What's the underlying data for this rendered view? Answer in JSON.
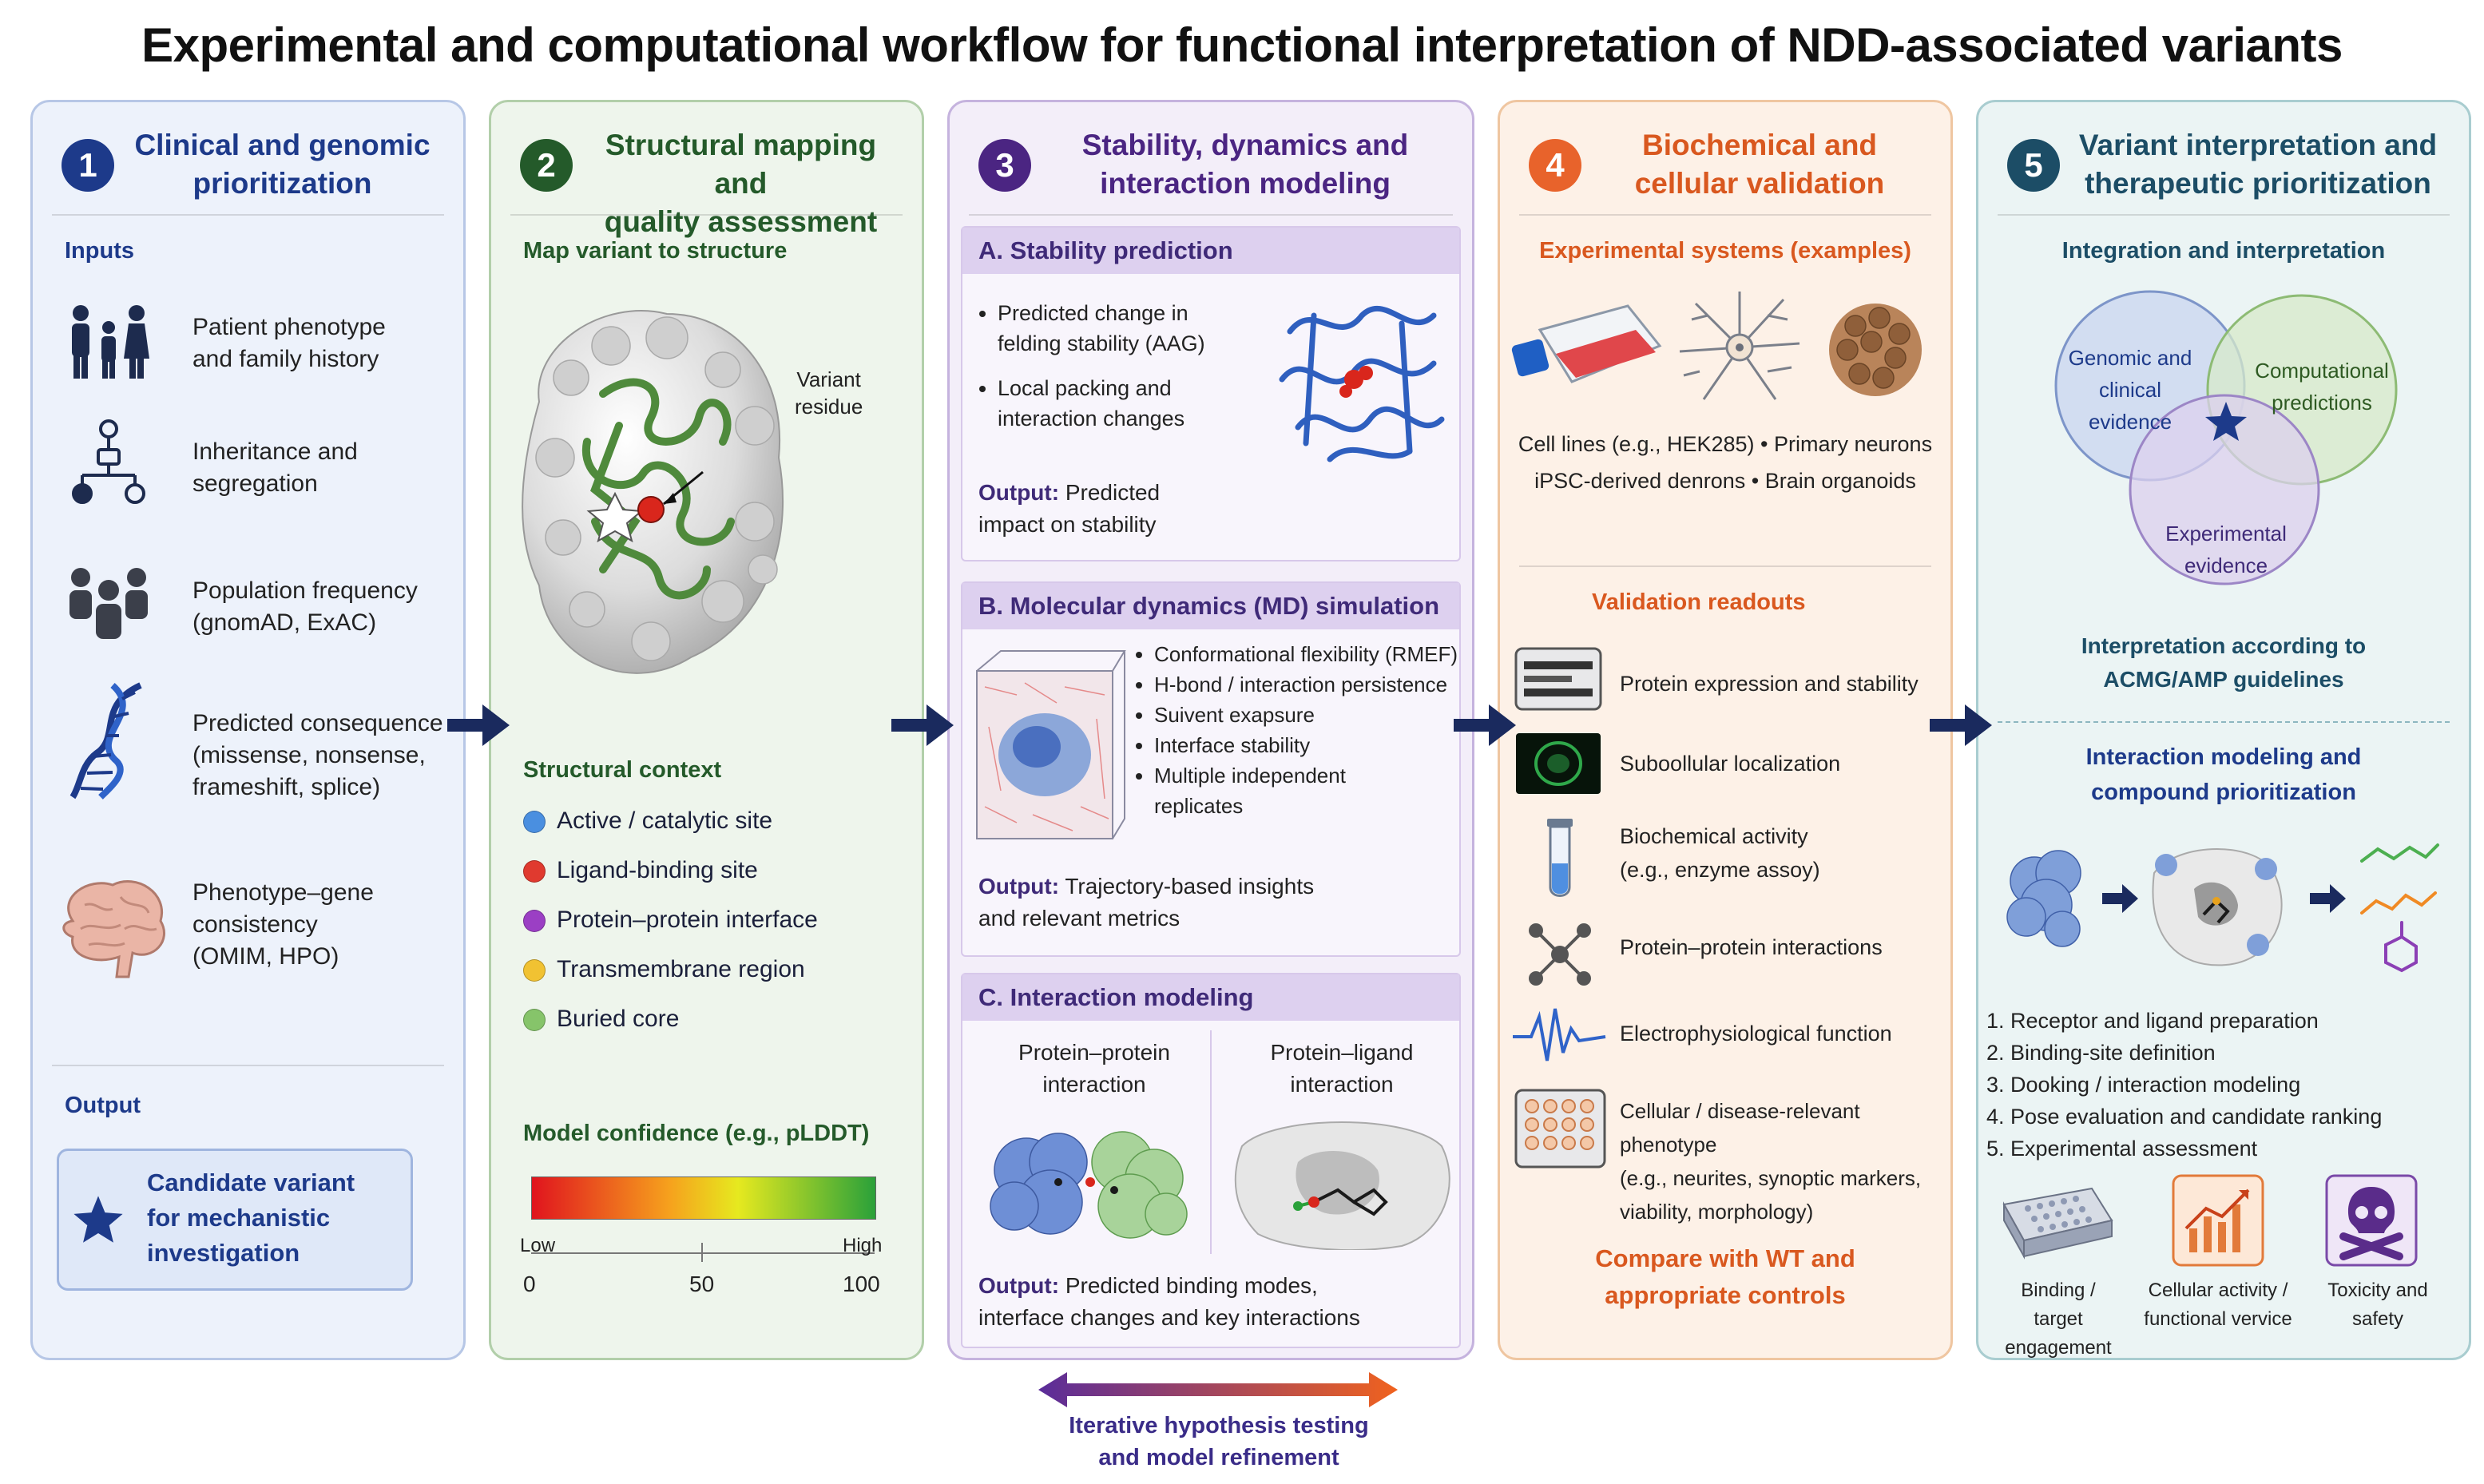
{
  "title": "Experimental and computational workflow for functional interpretation of NDD-associated variants",
  "panel1": {
    "number": "1",
    "title_line1": "Clinical and genomic",
    "title_line2": "prioritization",
    "inputs_label": "Inputs",
    "items": [
      {
        "icon": "family-icon",
        "line1": "Patient phenotype",
        "line2": "and family history",
        "line3": ""
      },
      {
        "icon": "pedigree-icon",
        "line1": "Inheritance and",
        "line2": "segregation",
        "line3": ""
      },
      {
        "icon": "population-icon",
        "line1": "Population frequency",
        "line2": "(gnomAD, ExAC)",
        "line3": ""
      },
      {
        "icon": "dna-icon",
        "line1": "Predicted consequence",
        "line2": "(missense, nonsense,",
        "line3": "frameshift, splice)"
      },
      {
        "icon": "brain-icon",
        "line1": "Phenotype–gene",
        "line2": "consistency",
        "line3": "(OMIM, HPO)"
      }
    ],
    "output_label": "Output",
    "output_line1": "Candidate variant",
    "output_line2": "for mechanistic",
    "output_line3": "investigation"
  },
  "panel2": {
    "number": "2",
    "title_line1": "Structural mapping and",
    "title_line2": "quality assessment",
    "map_label": "Map variant to structure",
    "variant_label_line1": "Variant",
    "variant_label_line2": "residue",
    "context_label": "Structural context",
    "context_items": [
      {
        "label": "Active / catalytic site",
        "color": "#4a8fe0"
      },
      {
        "label": "Ligand-binding site",
        "color": "#e03a2f"
      },
      {
        "label": "Protein–protein interface",
        "color": "#9b3fc4"
      },
      {
        "label": "Transmembrane region",
        "color": "#f1c232"
      },
      {
        "label": "Buried core",
        "color": "#86c46a"
      }
    ],
    "confidence_label": "Model confidence (e.g., pLDDT)",
    "scale_low": "Low",
    "scale_high": "High",
    "tick_0": "0",
    "tick_50": "50",
    "tick_100": "100"
  },
  "panel3": {
    "number": "3",
    "title_line1": "Stability, dynamics and",
    "title_line2": "interaction modeling",
    "a_title": "A. Stability prediction",
    "a_bullet1_line1": "Predicted change in",
    "a_bullet1_line2": "felding stability (AAG)",
    "a_bullet2_line1": "Local packing and",
    "a_bullet2_line2": "interaction changes",
    "a_output_label": "Output:",
    "a_output_text1": "Predicted",
    "a_output_text2": "impact on stability",
    "b_title": "B. Molecular dynamics (MD) simulation",
    "b_bullets": [
      "Conformational flexibility (RMEF)",
      "H-bond / interaction persistence",
      "Suivent exapsure",
      "Interface stability",
      "Multiple independent",
      "replicates"
    ],
    "b_output_label": "Output:",
    "b_output_text1": "Trajectory-based insights",
    "b_output_text2": "and relevant metrics",
    "c_title": "C. Interaction modeling",
    "c_left_line1": "Protein–protein",
    "c_left_line2": "interaction",
    "c_right_line1": "Protein–ligand",
    "c_right_line2": "interaction",
    "c_output_label": "Output:",
    "c_output_text1": "Predicted binding modes,",
    "c_output_text2": "interface changes and key interactions",
    "iter_line1": "Iterative hypothesis testing",
    "iter_line2": "and model refinement"
  },
  "panel4": {
    "number": "4",
    "title_line1": "Biochemical and",
    "title_line2": "cellular validation",
    "systems_label": "Experimental systems (examples)",
    "systems_line1": "Cell lines (e.g., HEK285) • Primary neurons",
    "systems_line2": "iPSC-derived denrons  • Brain organoids",
    "readouts_label": "Validation readouts",
    "readouts": [
      {
        "icon": "western-blot-icon",
        "line1": "Protein expression and stability",
        "line2": "",
        "line3": ""
      },
      {
        "icon": "microscopy-icon",
        "line1": "Suboollular localization",
        "line2": "",
        "line3": ""
      },
      {
        "icon": "test-tube-icon",
        "line1": "Biochemical activity",
        "line2": "(e.g., enzyme assoy)",
        "line3": ""
      },
      {
        "icon": "network-icon",
        "line1": "Protein–protein interactions",
        "line2": "",
        "line3": ""
      },
      {
        "icon": "waveform-icon",
        "line1": "Electrophysiological function",
        "line2": "",
        "line3": ""
      },
      {
        "icon": "well-plate-icon",
        "line1": "Cellular / disease-relevant phenotype",
        "line2": "(e.g., neurites, synoptic markers,",
        "line3": "viability, morphology)"
      }
    ],
    "compare_line1": "Compare with WT and",
    "compare_line2": "appropriate controls"
  },
  "panel5": {
    "number": "5",
    "title_line1": "Variant interpretation and",
    "title_line2": "therapeutic prioritization",
    "integration_label": "Integration and interpretation",
    "venn_a_line1": "Genomic and",
    "venn_a_line2": "clinical",
    "venn_a_line3": "evidence",
    "venn_b_line1": "Computational",
    "venn_b_line2": "predictions",
    "venn_c_line1": "Experimental",
    "venn_c_line2": "evidence",
    "acmg_line1": "Interpretation according to",
    "acmg_line2": "ACMG/AMP guidelines",
    "modeling_line1": "Interaction modeling and",
    "modeling_line2": "compound prioritization",
    "steps": [
      "Receptor and ligand preparation",
      "Binding-site definition",
      "Dooking / interaction modeling",
      "Pose evaluation and candidate ranking",
      "Experimental assessment"
    ],
    "bottom": [
      {
        "icon": "plate-icon",
        "line1": "Binding /",
        "line2": "target engagement"
      },
      {
        "icon": "chart-icon",
        "line1": "Cellular activity /",
        "line2": "functional vervice"
      },
      {
        "icon": "skull-icon",
        "line1": "Toxicity and",
        "line2": "safety"
      }
    ]
  },
  "colors": {
    "navy": "#1d3a8a",
    "green": "#245a2a",
    "purple": "#4b2582",
    "orange": "#e8632b",
    "teal": "#1c4d66"
  }
}
